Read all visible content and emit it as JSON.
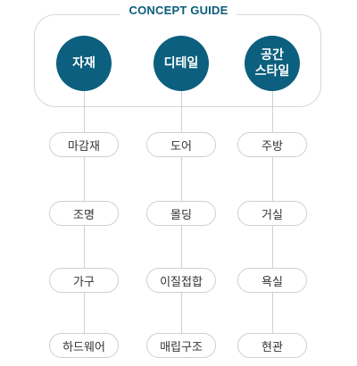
{
  "title": "CONCEPT GUIDE",
  "columns": [
    {
      "heading": "자재",
      "items": [
        "마감재",
        "조명",
        "가구",
        "하드웨어"
      ]
    },
    {
      "heading": "디테일",
      "items": [
        "도어",
        "몰딩",
        "이질접합",
        "매립구조"
      ]
    },
    {
      "heading": "공간\n스타일",
      "items": [
        "주방",
        "거실",
        "욕실",
        "현관"
      ]
    }
  ],
  "colors": {
    "accent": "#0c5f7e",
    "title": "#0c5d7a",
    "line": "#cfcfcf"
  }
}
